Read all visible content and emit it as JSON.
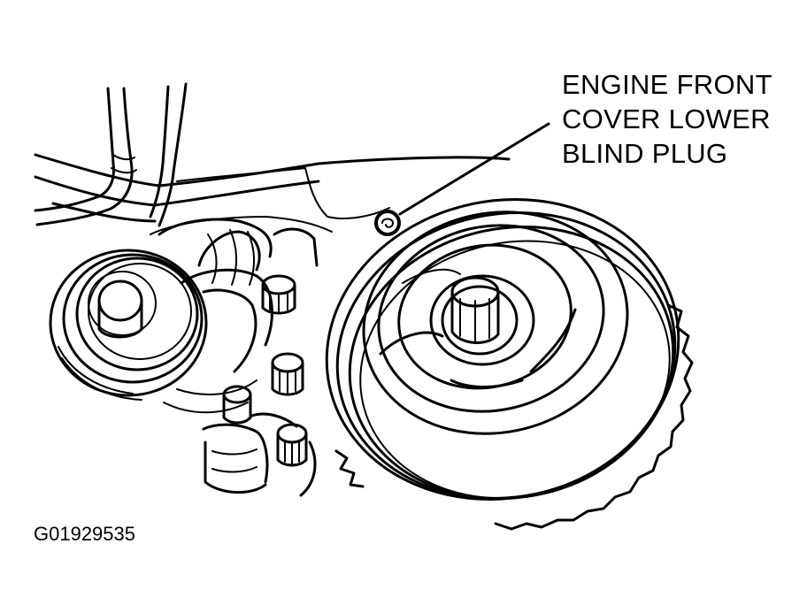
{
  "callout": {
    "lines": [
      "ENGINE FRONT",
      "COVER LOWER",
      "BLIND PLUG"
    ]
  },
  "figure_id": "G01929535"
}
